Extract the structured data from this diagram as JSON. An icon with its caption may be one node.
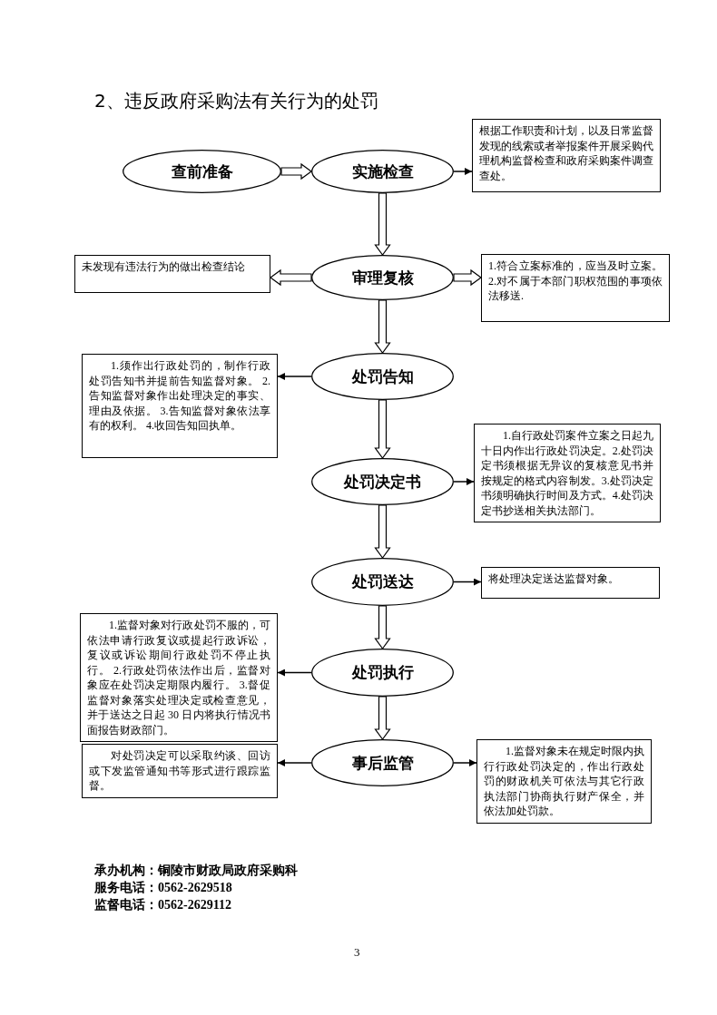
{
  "diagram": {
    "title": "2、违反政府采购法有关行为的处罚",
    "nodes": [
      {
        "text": [
          "查前准备"
        ]
      },
      {
        "text": [
          "实施检查"
        ]
      },
      {
        "text": [
          "根据工作职责和计划，以及日常监督发现的线索或者举报案件开展采购代理机构监督检查和政府采购案件调查查处。"
        ]
      },
      {
        "text": [
          "未发现有违法行为的做出检查结论"
        ]
      },
      {
        "text": [
          "审理复核"
        ]
      },
      {
        "text": [
          "1.符合立案标准的，应当及时立案。 2.对不属于本部门职权范围的事项依法移送."
        ]
      },
      {
        "text": [
          "1.须作出行政处罚的，制作行政处罚告知书并提前告知监督对象。 2.告知监督对象作出处理决定的事实、理由及依据。 3.告知监督对象依法享有的权利。 4.收回告知回执单。"
        ]
      },
      {
        "text": [
          "处罚告知"
        ]
      },
      {
        "text": [
          "处罚决定书"
        ]
      },
      {
        "text": [
          "1.自行政处罚案件立案之日起九十日内作出行政处罚决定。2.处罚决定书须根据无异议的复核意见书并按规定的格式内容制发。3.处罚决定书须明确执行时间及方式。4.处罚决定书抄送相关执法部门。"
        ]
      },
      {
        "text": [
          "处罚送达"
        ]
      },
      {
        "text": [
          "将处理决定送达监督对象。"
        ]
      },
      {
        "text": [
          "1.监督对象对行政处罚不服的，可依法申请行政复议或提起行政诉讼，复议或诉讼期间行政处罚不停止执行。 2.行政处罚依法作出后，监督对象应在处罚决定期限内履行。 3.督促监督对象落实处理决定或检查意见，并于送达之日起 30 日内将执行情况书面报告财政部门。"
        ]
      },
      {
        "text": [
          "处罚执行"
        ]
      },
      {
        "text": [
          "对处罚决定可以采取约谈、回访或下发监管通知书等形式进行跟踪监督。"
        ]
      },
      {
        "text": [
          "事后监管"
        ]
      },
      {
        "text": [
          "1.监督对象未在规定时限内执行行政处罚决定的，作出行政处罚的财政机关可依法与其它行政执法部门协商执行财产保全，并依法加处罚款。"
        ]
      }
    ],
    "edges": [
      {
        "from": 0,
        "to": 1,
        "arrow": "to",
        "style": "thick"
      },
      {
        "from": 1,
        "to": 2,
        "arrow": "to"
      },
      {
        "from": 1,
        "to": 4,
        "arrow": "to",
        "style": "thick"
      },
      {
        "from": 4,
        "to": 3,
        "arrow": "to",
        "style": "thick"
      },
      {
        "from": 4,
        "to": 5,
        "arrow": "to",
        "style": "thick"
      },
      {
        "from": 4,
        "to": 7,
        "arrow": "to",
        "style": "thick"
      },
      {
        "from": 7,
        "to": 6,
        "arrow": "to"
      },
      {
        "from": 7,
        "to": 8,
        "arrow": "to",
        "style": "thick"
      },
      {
        "from": 8,
        "to": 9,
        "arrow": "to"
      },
      {
        "from": 8,
        "to": 10,
        "arrow": "to",
        "style": "thick"
      },
      {
        "from": 10,
        "to": 11,
        "arrow": "to"
      },
      {
        "from": 10,
        "to": 13,
        "arrow": "to",
        "style": "thick"
      },
      {
        "from": 13,
        "to": 12,
        "arrow": "to"
      },
      {
        "from": 13,
        "to": 15,
        "arrow": "to",
        "style": "thick"
      },
      {
        "from": 15,
        "to": 14,
        "arrow": "to"
      },
      {
        "from": 15,
        "to": 16,
        "arrow": "to"
      }
    ],
    "labels": [
      "承办机构：铜陵市财政局政府采购科",
      "服务电话：0562-2629518",
      "监督电话：0562-2629112",
      "3"
    ]
  }
}
